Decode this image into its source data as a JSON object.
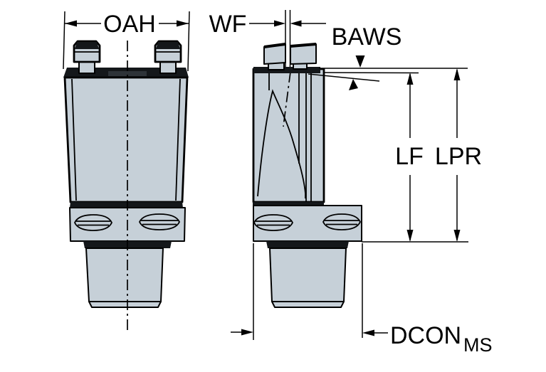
{
  "labels": {
    "oah": "OAH",
    "wf": "WF",
    "baws": "BAWS",
    "lf": "LF",
    "lpr": "LPR",
    "dcon": "DCON",
    "dcon_sub": "MS"
  },
  "colors": {
    "background": "#ffffff",
    "body_fill": "#c6d0d8",
    "dark_detail": "#14171a",
    "line": "#000000"
  }
}
